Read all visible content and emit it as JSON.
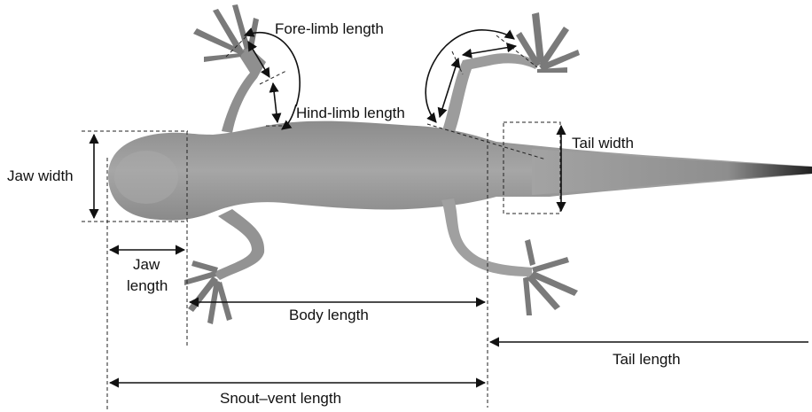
{
  "labels": {
    "fore_limb_length": "Fore-limb length",
    "hind_limb_length": "Hind-limb length",
    "jaw_width": "Jaw width",
    "jaw_length_line1": "Jaw",
    "jaw_length_line2": "length",
    "tail_width": "Tail width",
    "body_length": "Body length",
    "tail_length": "Tail length",
    "snout_vent_length": "Snout–vent length"
  },
  "colors": {
    "lizard_body": "#9a9a9a",
    "lizard_dark": "#6f6f6f",
    "lizard_light": "#b8b8b8",
    "tail_tip": "#2a2a2a",
    "line": "#111111"
  }
}
